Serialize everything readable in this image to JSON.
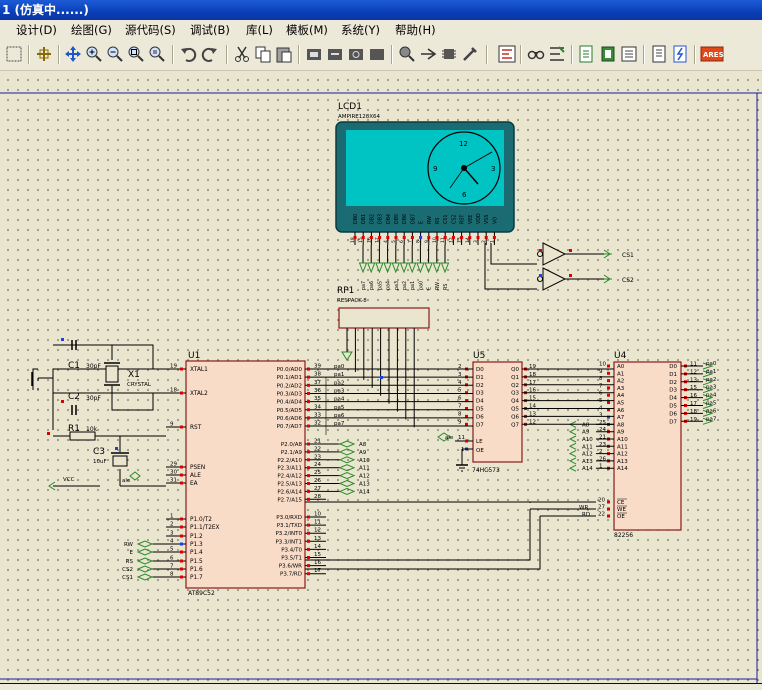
{
  "window": {
    "title": "1 (仿真中......)"
  },
  "menu": [
    "设计(D)",
    "绘图(G)",
    "源代码(S)",
    "调试(B)",
    "库(L)",
    "模板(M)",
    "系统(Y)",
    "帮助(H)"
  ],
  "toolbar_icons": [
    "grid-icon",
    "origin-icon",
    "pan-icon",
    "zoom-in-icon",
    "zoom-out-icon",
    "zoom-all-icon",
    "zoom-area-icon",
    "undo-icon",
    "redo-icon",
    "cut-icon",
    "copy-icon",
    "paste-icon",
    "block-copy-icon",
    "block-move-icon",
    "block-rotate-icon",
    "block-delete-icon",
    "pick-device-icon",
    "make-device-icon",
    "packaging-icon",
    "decompose-icon",
    "wire-autorouter-icon",
    "search-tag-icon",
    "property-assign-icon",
    "new-sheet-icon",
    "remove-sheet-icon",
    "export-icon",
    "netlist-icon",
    "ares-icon"
  ],
  "schematic": {
    "lcd": {
      "ref": "LCD1",
      "part": "AMPIRE128X64",
      "clock_numbers": [
        "12",
        "3",
        "6",
        "9"
      ],
      "pins": [
        "DB0",
        "DB1",
        "DB2",
        "DB3",
        "DB4",
        "DB5",
        "DB6",
        "DB7",
        "E",
        "RW",
        "RS",
        "CS1",
        "CS2",
        "RST",
        "VEE",
        "VDD",
        "VSS",
        "VO"
      ],
      "pin_nums": [
        "18",
        "15",
        "16",
        "17",
        "4",
        "5",
        "6",
        "7",
        "8",
        "9",
        "10",
        "11",
        "12",
        "13",
        "14",
        "3",
        "2",
        "1"
      ]
    },
    "rp": {
      "ref": "RP1",
      "part": "RESPACK-8"
    },
    "u1": {
      "ref": "U1",
      "part": "AT89C52",
      "left_pins": [
        "XTAL1",
        "XTAL2",
        "RST",
        "PSEN",
        "ALE",
        "EA",
        "P1.0/T2",
        "P1.1/T2EX",
        "P1.2",
        "P1.3",
        "P1.4",
        "P1.5",
        "P1.6",
        "P1.7"
      ],
      "left_nums": [
        "19",
        "18",
        "9",
        "29",
        "30",
        "31",
        "1",
        "2",
        "3",
        "4",
        "5",
        "6",
        "7",
        "8"
      ],
      "right_pins": [
        "P0.0/AD0",
        "P0.1/AD1",
        "P0.2/AD2",
        "P0.3/AD3",
        "P0.4/AD4",
        "P0.5/AD5",
        "P0.6/AD6",
        "P0.7/AD7",
        "P2.0/A8",
        "P2.1/A9",
        "P2.2/A10",
        "P2.3/A11",
        "P2.4/A12",
        "P2.5/A13",
        "P2.6/A14",
        "P2.7/A15",
        "P3.0/RXD",
        "P3.1/TXD",
        "P3.2/INT0",
        "P3.3/INT1",
        "P3.4/T0",
        "P3.5/T1",
        "P3.6/WR",
        "P3.7/RD"
      ],
      "right_nums": [
        "39",
        "38",
        "37",
        "36",
        "35",
        "34",
        "33",
        "32",
        "21",
        "22",
        "23",
        "24",
        "25",
        "26",
        "27",
        "28",
        "10",
        "11",
        "12",
        "13",
        "14",
        "15",
        "16",
        "17"
      ]
    },
    "u5": {
      "ref": "U5",
      "part": "74HC573",
      "d_pins": [
        "D0",
        "D1",
        "D2",
        "D3",
        "D4",
        "D5",
        "D6",
        "D7"
      ],
      "q_pins": [
        "Q0",
        "Q1",
        "Q2",
        "Q3",
        "Q4",
        "Q5",
        "Q6",
        "Q7"
      ],
      "le": "LE",
      "oe": "OE",
      "d_nums": [
        "2",
        "3",
        "4",
        "5",
        "6",
        "7",
        "8",
        "9"
      ],
      "q_nums": [
        "19",
        "18",
        "17",
        "16",
        "15",
        "14",
        "13",
        "12"
      ],
      "le_num": "11",
      "oe_num": "1"
    },
    "u4": {
      "ref": "U4",
      "part": "82256",
      "a_pins": [
        "A0",
        "A1",
        "A2",
        "A3",
        "A4",
        "A5",
        "A6",
        "A7",
        "A8",
        "A9",
        "A10",
        "A11",
        "A12",
        "A13",
        "A14"
      ],
      "a_nums": [
        "10",
        "9",
        "8",
        "7",
        "6",
        "5",
        "4",
        "3",
        "25",
        "24",
        "21",
        "23",
        "2",
        "26",
        "1"
      ],
      "d_pins": [
        "D0",
        "D1",
        "D2",
        "D3",
        "D4",
        "D5",
        "D6",
        "D7"
      ],
      "d_nums": [
        "11",
        "12",
        "13",
        "15",
        "16",
        "17",
        "18",
        "19"
      ],
      "ctrl": [
        "CE",
        "WE",
        "OE"
      ],
      "ctrl_nums": [
        "20",
        "27",
        "22"
      ]
    },
    "pa_labels": [
      "pa0",
      "pa1",
      "pa2",
      "pa3",
      "pa4",
      "pa5",
      "pa6",
      "pa7"
    ],
    "p2_labels": [
      "A8",
      "A9",
      "A10",
      "A11",
      "A12",
      "A13",
      "A14"
    ],
    "u4_addr_labels": [
      "A8",
      "A9",
      "A10",
      "A11",
      "A12",
      "A13",
      "A14"
    ],
    "p1_labels": [
      "RW",
      "E",
      "RS",
      "CS2",
      "CS1"
    ],
    "cs_labels": [
      "CS1",
      "CS2"
    ],
    "ctrl_labels": [
      "WR",
      "RD"
    ],
    "ale_label": "ale",
    "vcc_label": "VCC",
    "components": {
      "c1": {
        "ref": "C1",
        "val": "30pF"
      },
      "c2": {
        "ref": "C2",
        "val": "30pF"
      },
      "x1": {
        "ref": "X1",
        "val": "CRYSTAL"
      },
      "r1": {
        "ref": "R1",
        "val": "10k"
      },
      "c3": {
        "ref": "C3",
        "val": "10uF"
      }
    }
  }
}
